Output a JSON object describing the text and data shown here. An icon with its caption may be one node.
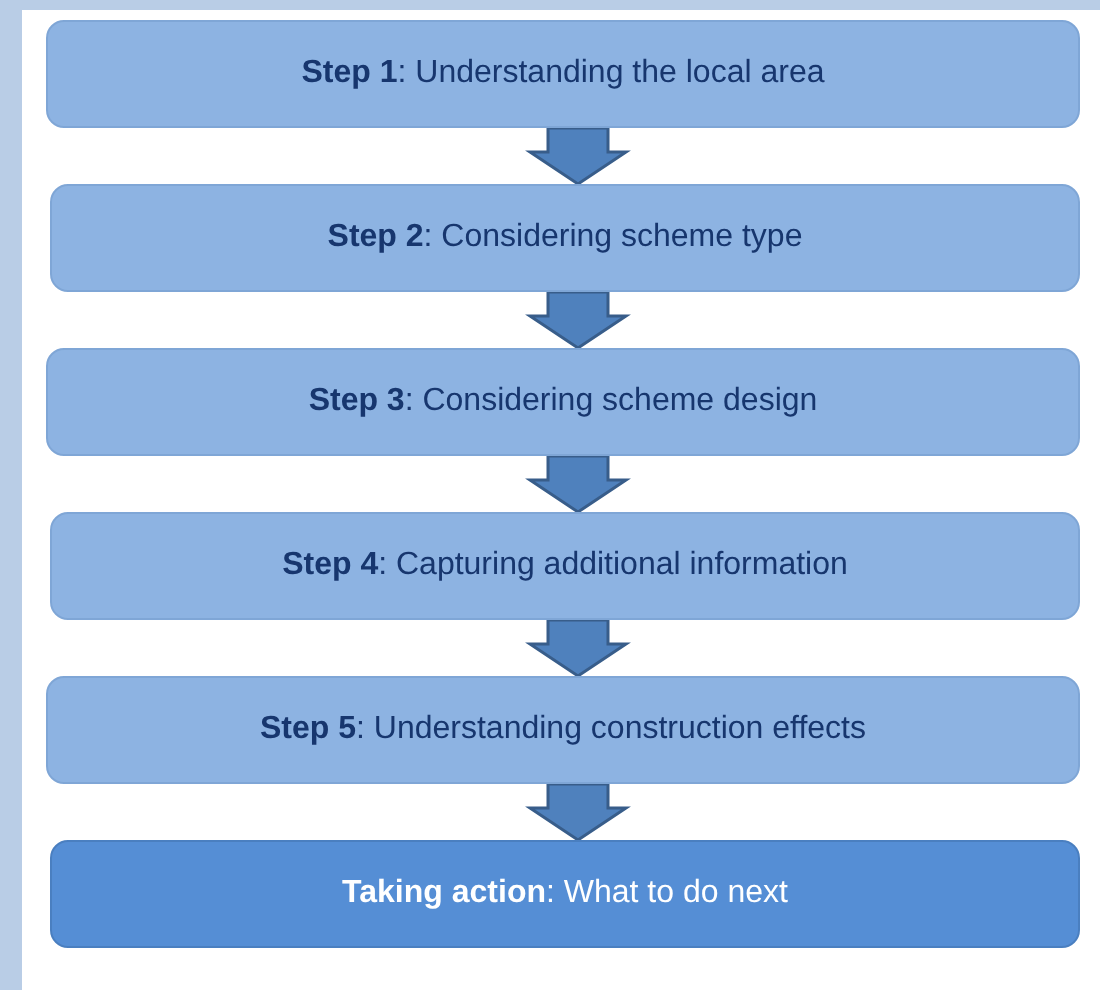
{
  "diagram": {
    "nodes": [
      {
        "text": [
          "**Step 1**: Understanding the local area"
        ]
      },
      {
        "text": [
          "**Step 2**: Considering scheme type"
        ]
      },
      {
        "text": [
          "**Step 3**: Considering scheme design"
        ]
      },
      {
        "text": [
          "**Step 4**: Capturing additional information"
        ]
      },
      {
        "text": [
          "**Step 5**: Understanding construction effects"
        ]
      },
      {
        "text": [
          "**Taking action**: What to do next"
        ]
      }
    ],
    "edges": [
      {
        "from": 0,
        "to": 1,
        "arrow": "to"
      },
      {
        "from": 1,
        "to": 2,
        "arrow": "to"
      },
      {
        "from": 2,
        "to": 3,
        "arrow": "to"
      },
      {
        "from": 3,
        "to": 4,
        "arrow": "to"
      },
      {
        "from": 4,
        "to": 5,
        "arrow": "to"
      }
    ]
  }
}
